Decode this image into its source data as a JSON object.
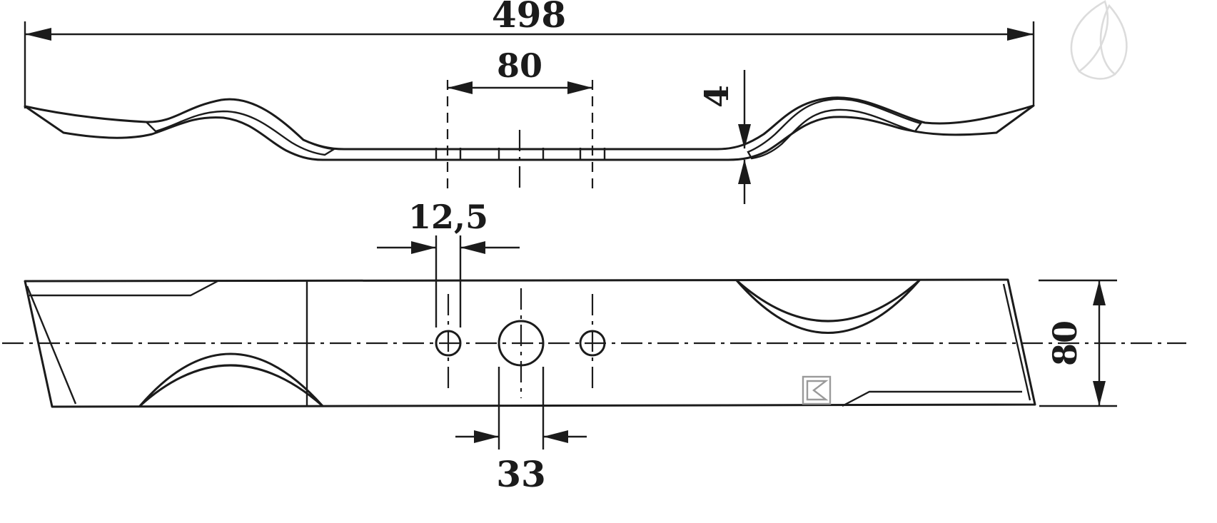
{
  "drawing": {
    "type": "technical-drawing-mower-blade",
    "dims": {
      "overall_length": "498",
      "hole_spacing": "80",
      "thickness": "4",
      "outer_hole_diameter": "12,5",
      "center_hole_diameter": "33",
      "blade_width": "80"
    },
    "colors": {
      "line": "#1b1b1b",
      "part_fill": "#d9d9d9",
      "plan_fill": "#dcdcdc",
      "bevel_fill": "#a5a5a5",
      "hole_fill": "#ffffff",
      "watermark": "#dcdcdc"
    },
    "icons": {
      "watermark": "leaf-watermark-icon",
      "maker_mark": "manufacturer-mark-icon"
    }
  }
}
